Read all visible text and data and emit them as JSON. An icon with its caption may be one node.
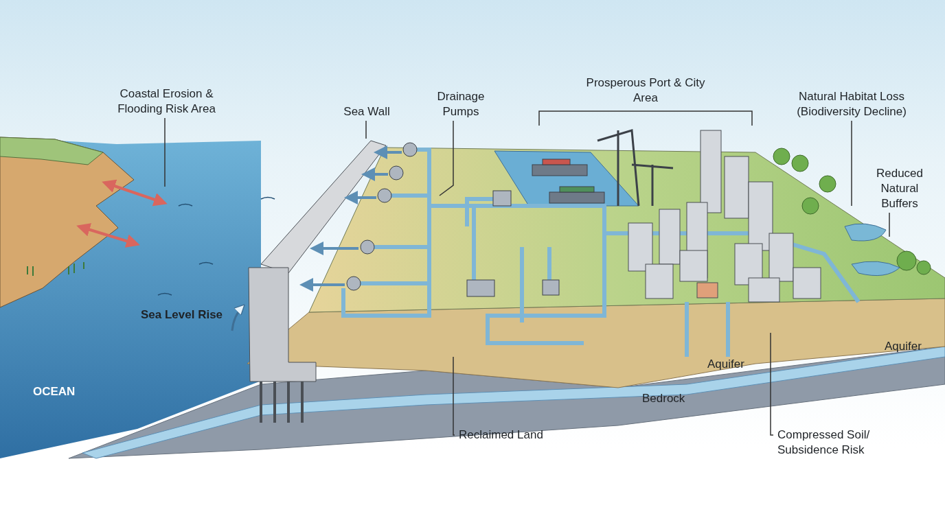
{
  "diagram": {
    "nodes": [
      {
        "text": [
          "Coastal Erosion & Flooding Risk Area"
        ]
      },
      {
        "text": [
          "Sea Wall"
        ]
      },
      {
        "text": [
          "Drainage Pumps"
        ]
      },
      {
        "text": [
          "Natural Habitat Loss (Biodiversity Decline)"
        ]
      },
      {
        "text": [
          "Reduced Natural Buffers"
        ]
      },
      {
        "text": [
          "Reclaimed Land"
        ]
      },
      {
        "text": [
          "Compressed Soil/ Subsidence Risk"
        ]
      }
    ],
    "edges": [
      {
        "from": 0,
        "to": null,
        "arrow": "none"
      },
      {
        "from": 1,
        "to": null,
        "arrow": "none"
      },
      {
        "from": 2,
        "to": null,
        "arrow": "none"
      },
      {
        "from": 3,
        "to": null,
        "arrow": "none"
      },
      {
        "from": 4,
        "to": null,
        "arrow": "none"
      },
      {
        "from": 5,
        "to": null,
        "arrow": "none"
      },
      {
        "from": 6,
        "to": null,
        "arrow": "none"
      }
    ],
    "labels": [
      "Prosperous Port & City Area",
      "Sea Level Rise",
      "Aquifer",
      "Aquifer",
      "OCEAN",
      "Bedrock"
    ]
  }
}
